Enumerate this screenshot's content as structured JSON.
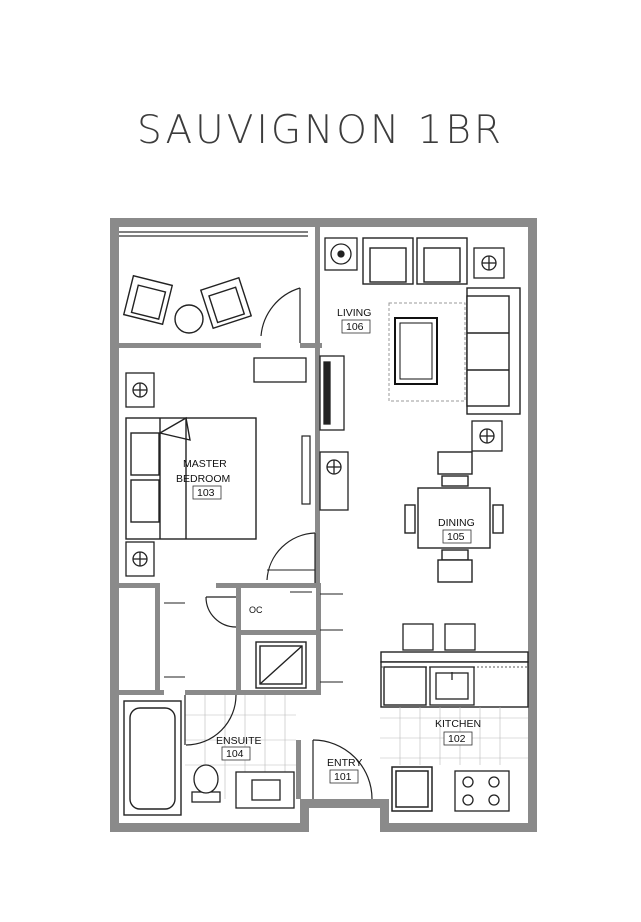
{
  "title": "SAUVIGNON 1BR",
  "rooms": {
    "living": {
      "name": "LIVING",
      "number": "106"
    },
    "master_bedroom": {
      "name_line1": "MASTER",
      "name_line2": "BEDROOM",
      "number": "103"
    },
    "dining": {
      "name": "DINING",
      "number": "105"
    },
    "kitchen": {
      "name": "KITCHEN",
      "number": "102"
    },
    "ensuite": {
      "name": "ENSUITE",
      "number": "104"
    },
    "entry": {
      "name": "ENTRY",
      "number": "101"
    },
    "closet": {
      "name": "OC"
    }
  },
  "colors": {
    "wall": "#7a7a7a",
    "ink": "#1a1a1a",
    "line": "#444444"
  }
}
